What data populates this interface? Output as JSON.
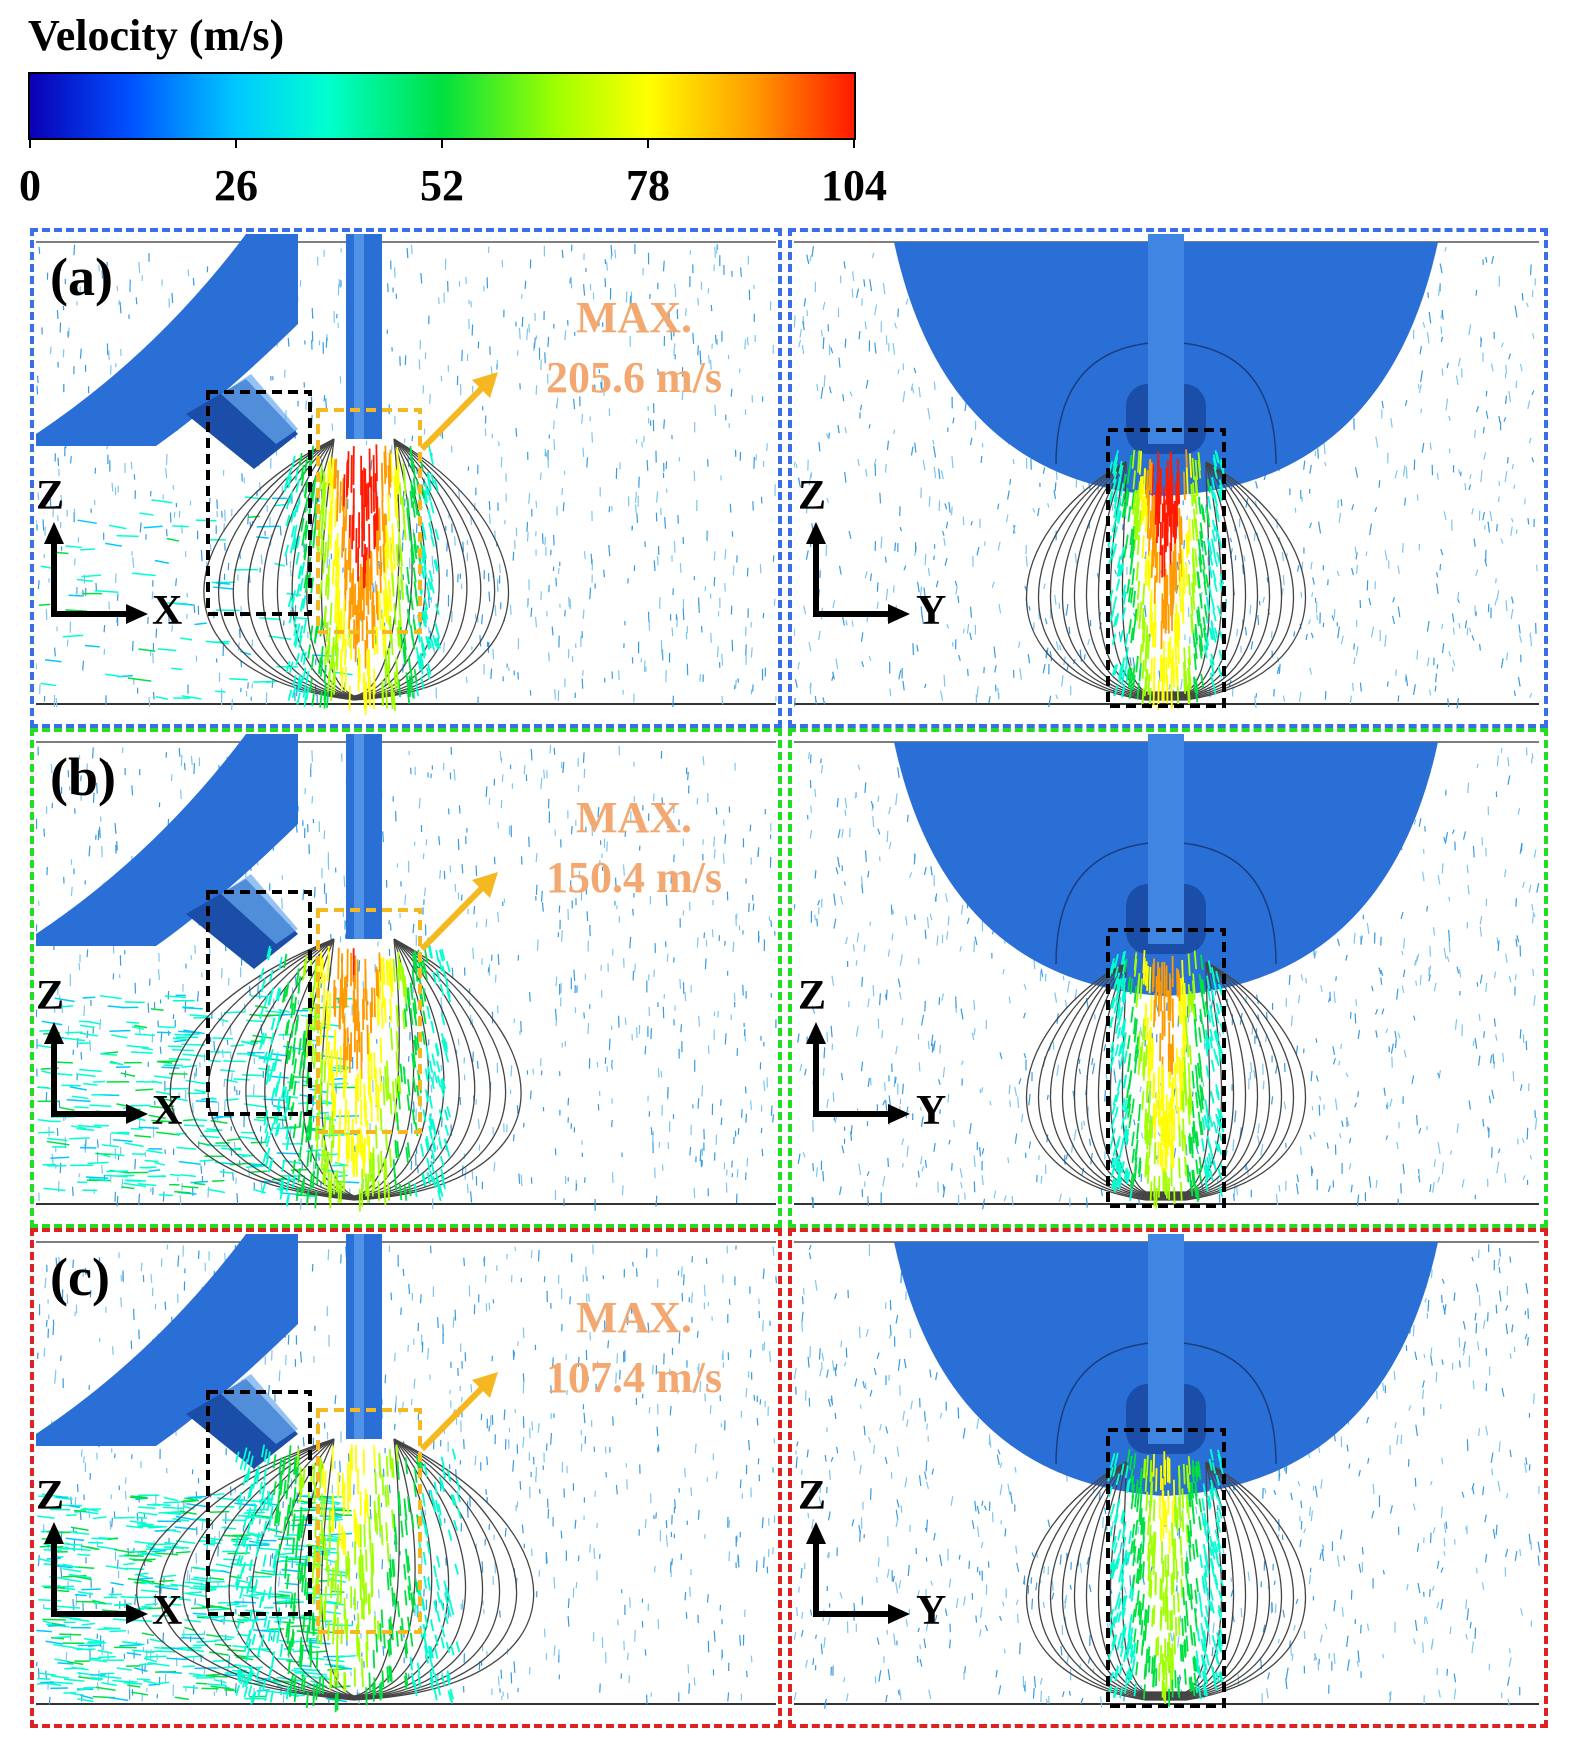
{
  "colorbar": {
    "title": "Velocity (m/s)",
    "ticks": [
      "0",
      "26",
      "52",
      "78",
      "104"
    ],
    "min": 0,
    "max": 104,
    "colors": [
      "#0a00b4",
      "#0050ff",
      "#00c8ff",
      "#00ffd0",
      "#00e040",
      "#a0ff00",
      "#ffff00",
      "#ff9a00",
      "#ff1a00"
    ]
  },
  "rows": [
    {
      "label": "(a)",
      "frame_color": "#3a6ee8",
      "max_label": "MAX.",
      "max_value": "205.6 m/s",
      "jet_intensity": 1.0,
      "side_flow": 0.1
    },
    {
      "label": "(b)",
      "frame_color": "#22dd22",
      "max_label": "MAX.",
      "max_value": "150.4 m/s",
      "jet_intensity": 0.8,
      "side_flow": 0.45
    },
    {
      "label": "(c)",
      "frame_color": "#dd2222",
      "max_label": "MAX.",
      "max_value": "107.4 m/s",
      "jet_intensity": 0.55,
      "side_flow": 0.8
    }
  ],
  "axes": {
    "left_vertical": "Z",
    "left_horizontal": "X",
    "right_vertical": "Z",
    "right_horizontal": "Y"
  },
  "colors": {
    "nozzle": "#2a6fd6",
    "nozzle_dark": "#1a4ea8",
    "highlight_box": "#f5b820",
    "inner_box": "#000000",
    "arrow": "#f5b820"
  }
}
